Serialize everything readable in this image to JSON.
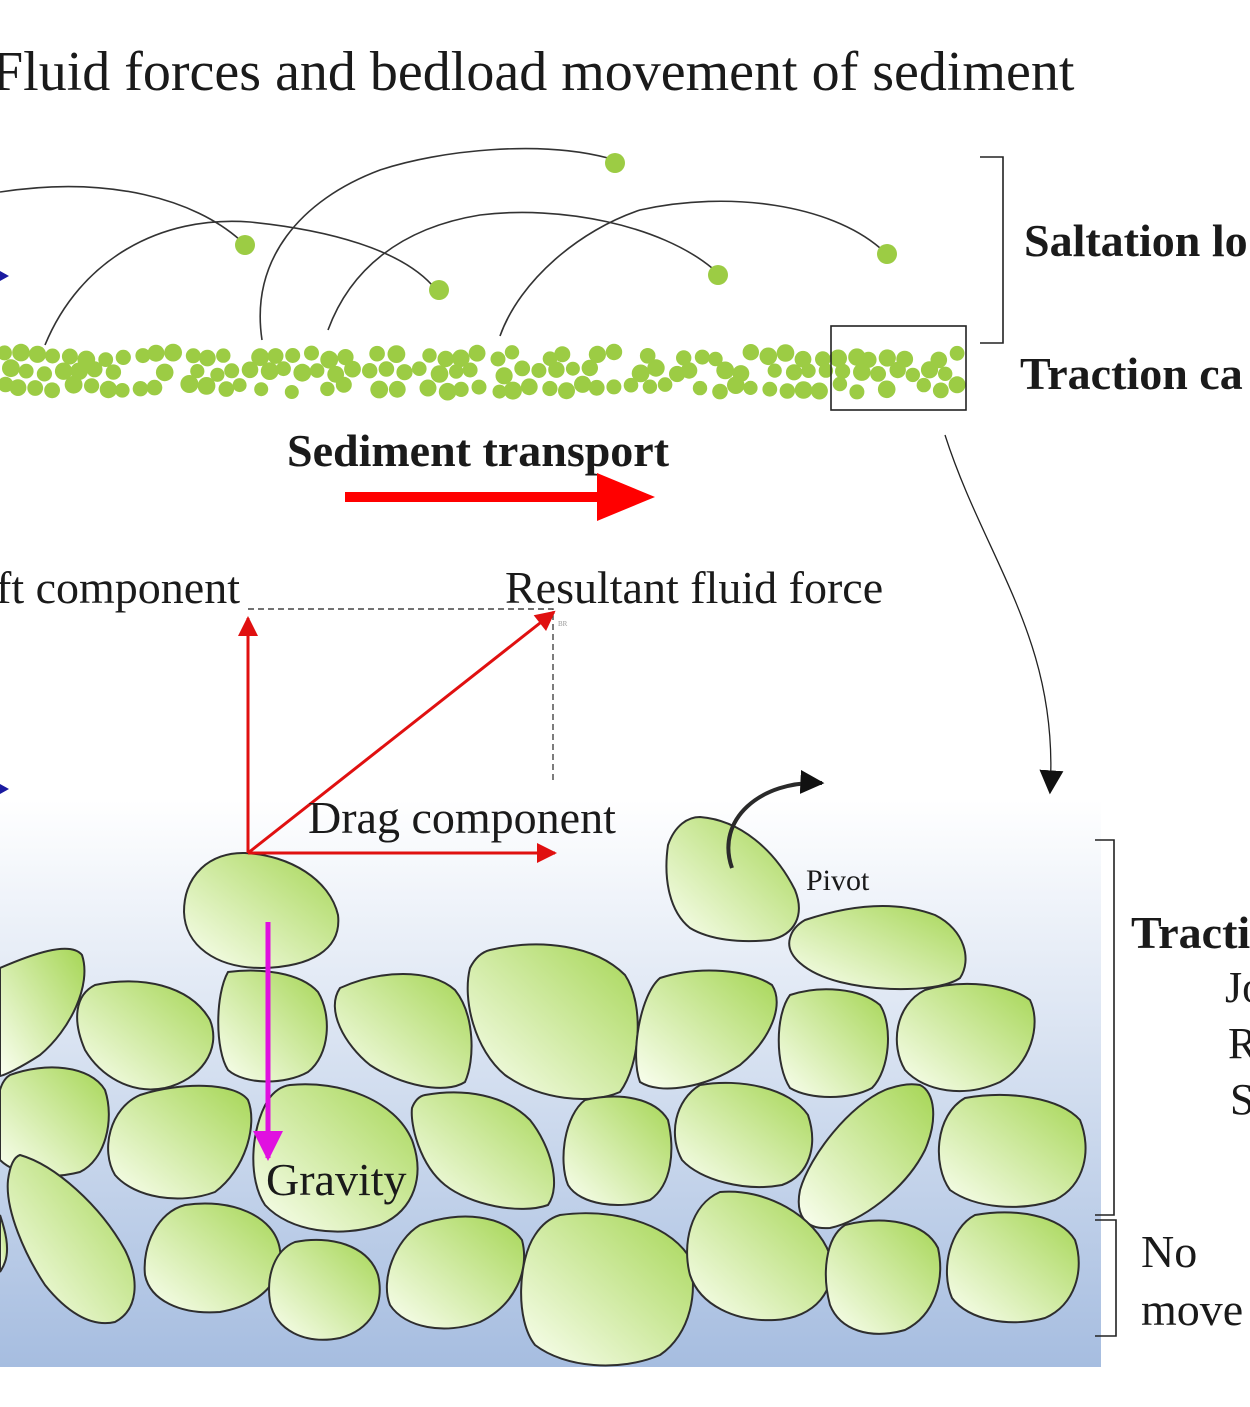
{
  "title": "Fluid forces and bedload movement of sediment",
  "labels": {
    "saltation": "Saltation lo",
    "traction_carpet": "Traction ca",
    "sediment_transport": "Sediment transport",
    "lift_component": "ft component",
    "resultant_force": "Resultant fluid force",
    "drag_component": "Drag component",
    "pivot": "Pivot",
    "gravity": "Gravity",
    "traction_zone": "Tracti",
    "traction_sub1": "Jo",
    "traction_sub2": "R",
    "traction_sub3": "S",
    "no_movement_1": "No",
    "no_movement_2": "move",
    "tiny_mark": "BR"
  },
  "colors": {
    "grain_fill": "#a8d858",
    "particle": "#9ccc44",
    "transport_arrow": "#ff0000",
    "force_arrow": "#e01010",
    "gravity_arrow": "#e010e0",
    "fluid_arrow": "#1a1aa0",
    "bed_gradient_top": "#ffffff",
    "bed_gradient_bottom": "#a6bde0"
  }
}
